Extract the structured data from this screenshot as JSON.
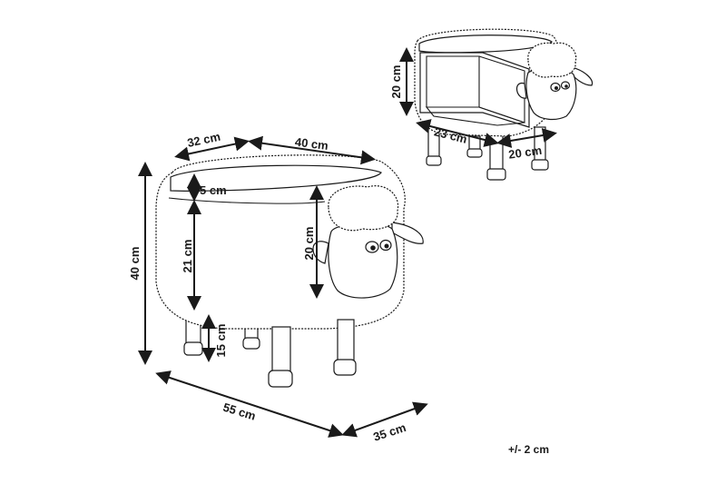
{
  "dimensions": {
    "main": {
      "depth_top": "32 cm",
      "length_top": "40 cm",
      "total_height": "40 cm",
      "cushion": "5 cm",
      "body": "21 cm",
      "legs": "15 cm",
      "head": "20 cm",
      "length_bottom": "55 cm",
      "depth_bottom": "35 cm"
    },
    "inset": {
      "storage_height": "20 cm",
      "storage_depth": "23 cm",
      "storage_width": "20 cm"
    }
  },
  "tolerance": "+/- 2 cm",
  "colors": {
    "line": "#1a1a1a",
    "background": "#ffffff"
  }
}
